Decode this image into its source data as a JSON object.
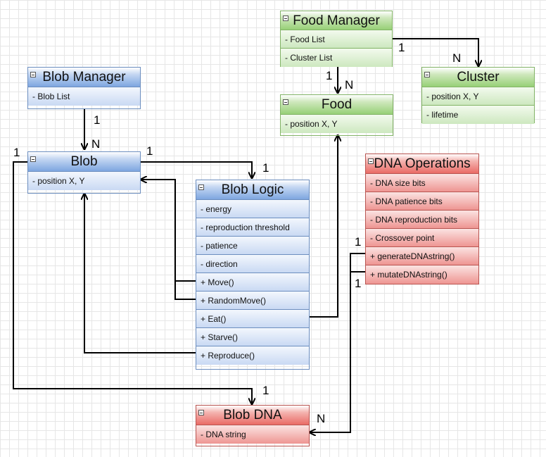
{
  "diagram": {
    "classes": {
      "food_manager": {
        "title": "Food Manager",
        "members": [
          "- Food List",
          "- Cluster List"
        ]
      },
      "cluster": {
        "title": "Cluster",
        "members": [
          "- position X, Y",
          "- lifetime"
        ]
      },
      "food": {
        "title": "Food",
        "members": [
          "- position X, Y"
        ]
      },
      "blob_manager": {
        "title": "Blob Manager",
        "members": [
          "- Blob List"
        ]
      },
      "blob": {
        "title": "Blob",
        "members": [
          "- position X, Y"
        ]
      },
      "blob_logic": {
        "title": "Blob Logic",
        "members": [
          "- energy",
          "- reproduction threshold",
          "- patience",
          "- direction",
          "+ Move()",
          "+ RandomMove()",
          "+ Eat()",
          "+ Starve()",
          "+ Reproduce()"
        ]
      },
      "dna_operations": {
        "title": "DNA Operations",
        "members": [
          "- DNA size bits",
          "- DNA patience bits",
          "- DNA reproduction bits",
          "- Crossover point",
          "+ generateDNAstring()",
          "+ mutateDNAstring()"
        ]
      },
      "blob_dna": {
        "title": "Blob DNA",
        "members": [
          "- DNA string"
        ]
      }
    },
    "multiplicities": {
      "food_manager_cluster_src": "1",
      "food_manager_cluster_dst": "N",
      "food_manager_food_src": "1",
      "food_manager_food_dst": "N",
      "blob_manager_blob_src": "1",
      "blob_manager_blob_dst": "N",
      "blob_logic_src": "1",
      "blob_logic_dst": "1",
      "blob_dna_src": "1",
      "blob_dna_dst": "1",
      "dna_ops_a": "1",
      "dna_ops_b": "1",
      "dna_ops_dna": "N"
    },
    "colors": {
      "blue_fill": "#7ea6e0",
      "blue_stroke": "#6c8ebf",
      "green_fill": "#97d077",
      "green_stroke": "#82b366",
      "red_fill": "#ea6b66",
      "red_stroke": "#b85450",
      "connector": "#000000"
    }
  }
}
